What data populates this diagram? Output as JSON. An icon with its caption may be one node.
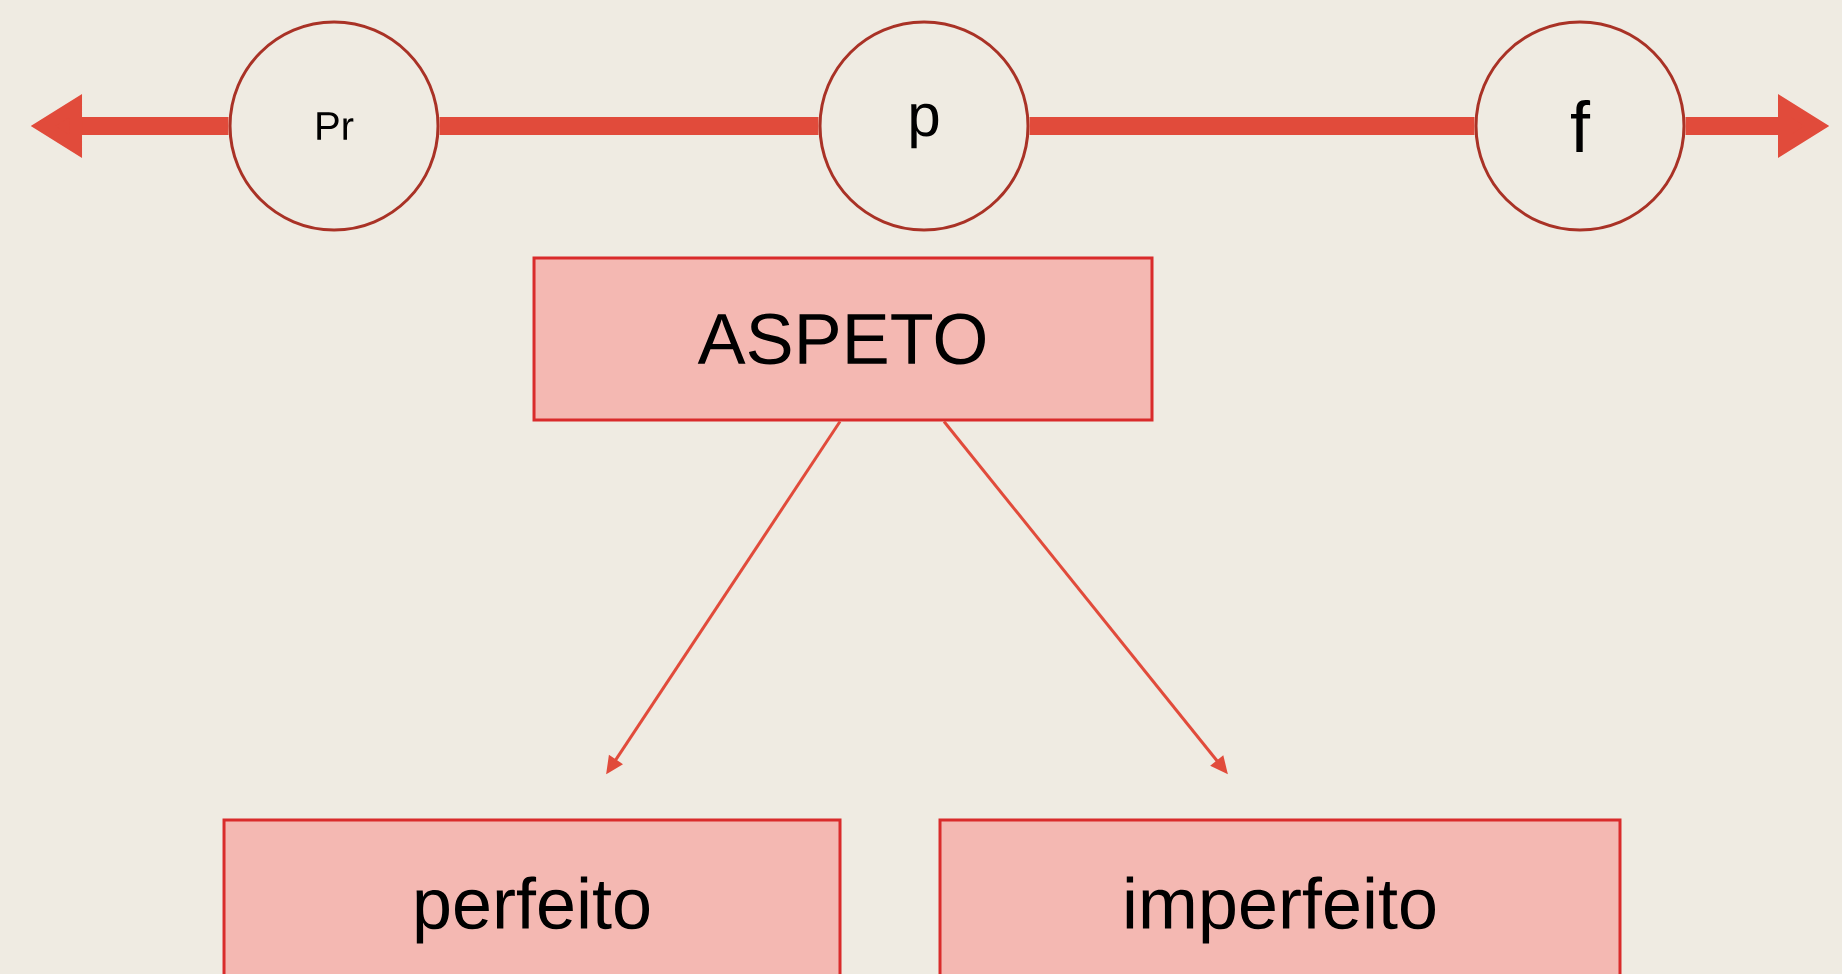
{
  "diagram": {
    "nodes": [
      {
        "text": [
          "Pr"
        ]
      },
      {
        "text": [
          "p"
        ]
      },
      {
        "text": [
          "f"
        ]
      },
      {
        "text": [
          "ASPETO"
        ]
      },
      {
        "text": [
          "perfeito"
        ]
      },
      {
        "text": [
          "imperfeito"
        ]
      }
    ],
    "edges": [
      {
        "from": 0,
        "to": null,
        "arrow": "to"
      },
      {
        "from": 0,
        "to": 1,
        "arrow": "none"
      },
      {
        "from": 1,
        "to": 2,
        "arrow": "none"
      },
      {
        "from": 2,
        "to": null,
        "arrow": "to"
      },
      {
        "from": 3,
        "to": 4,
        "arrow": "to"
      },
      {
        "from": 3,
        "to": 5,
        "arrow": "to"
      }
    ]
  }
}
